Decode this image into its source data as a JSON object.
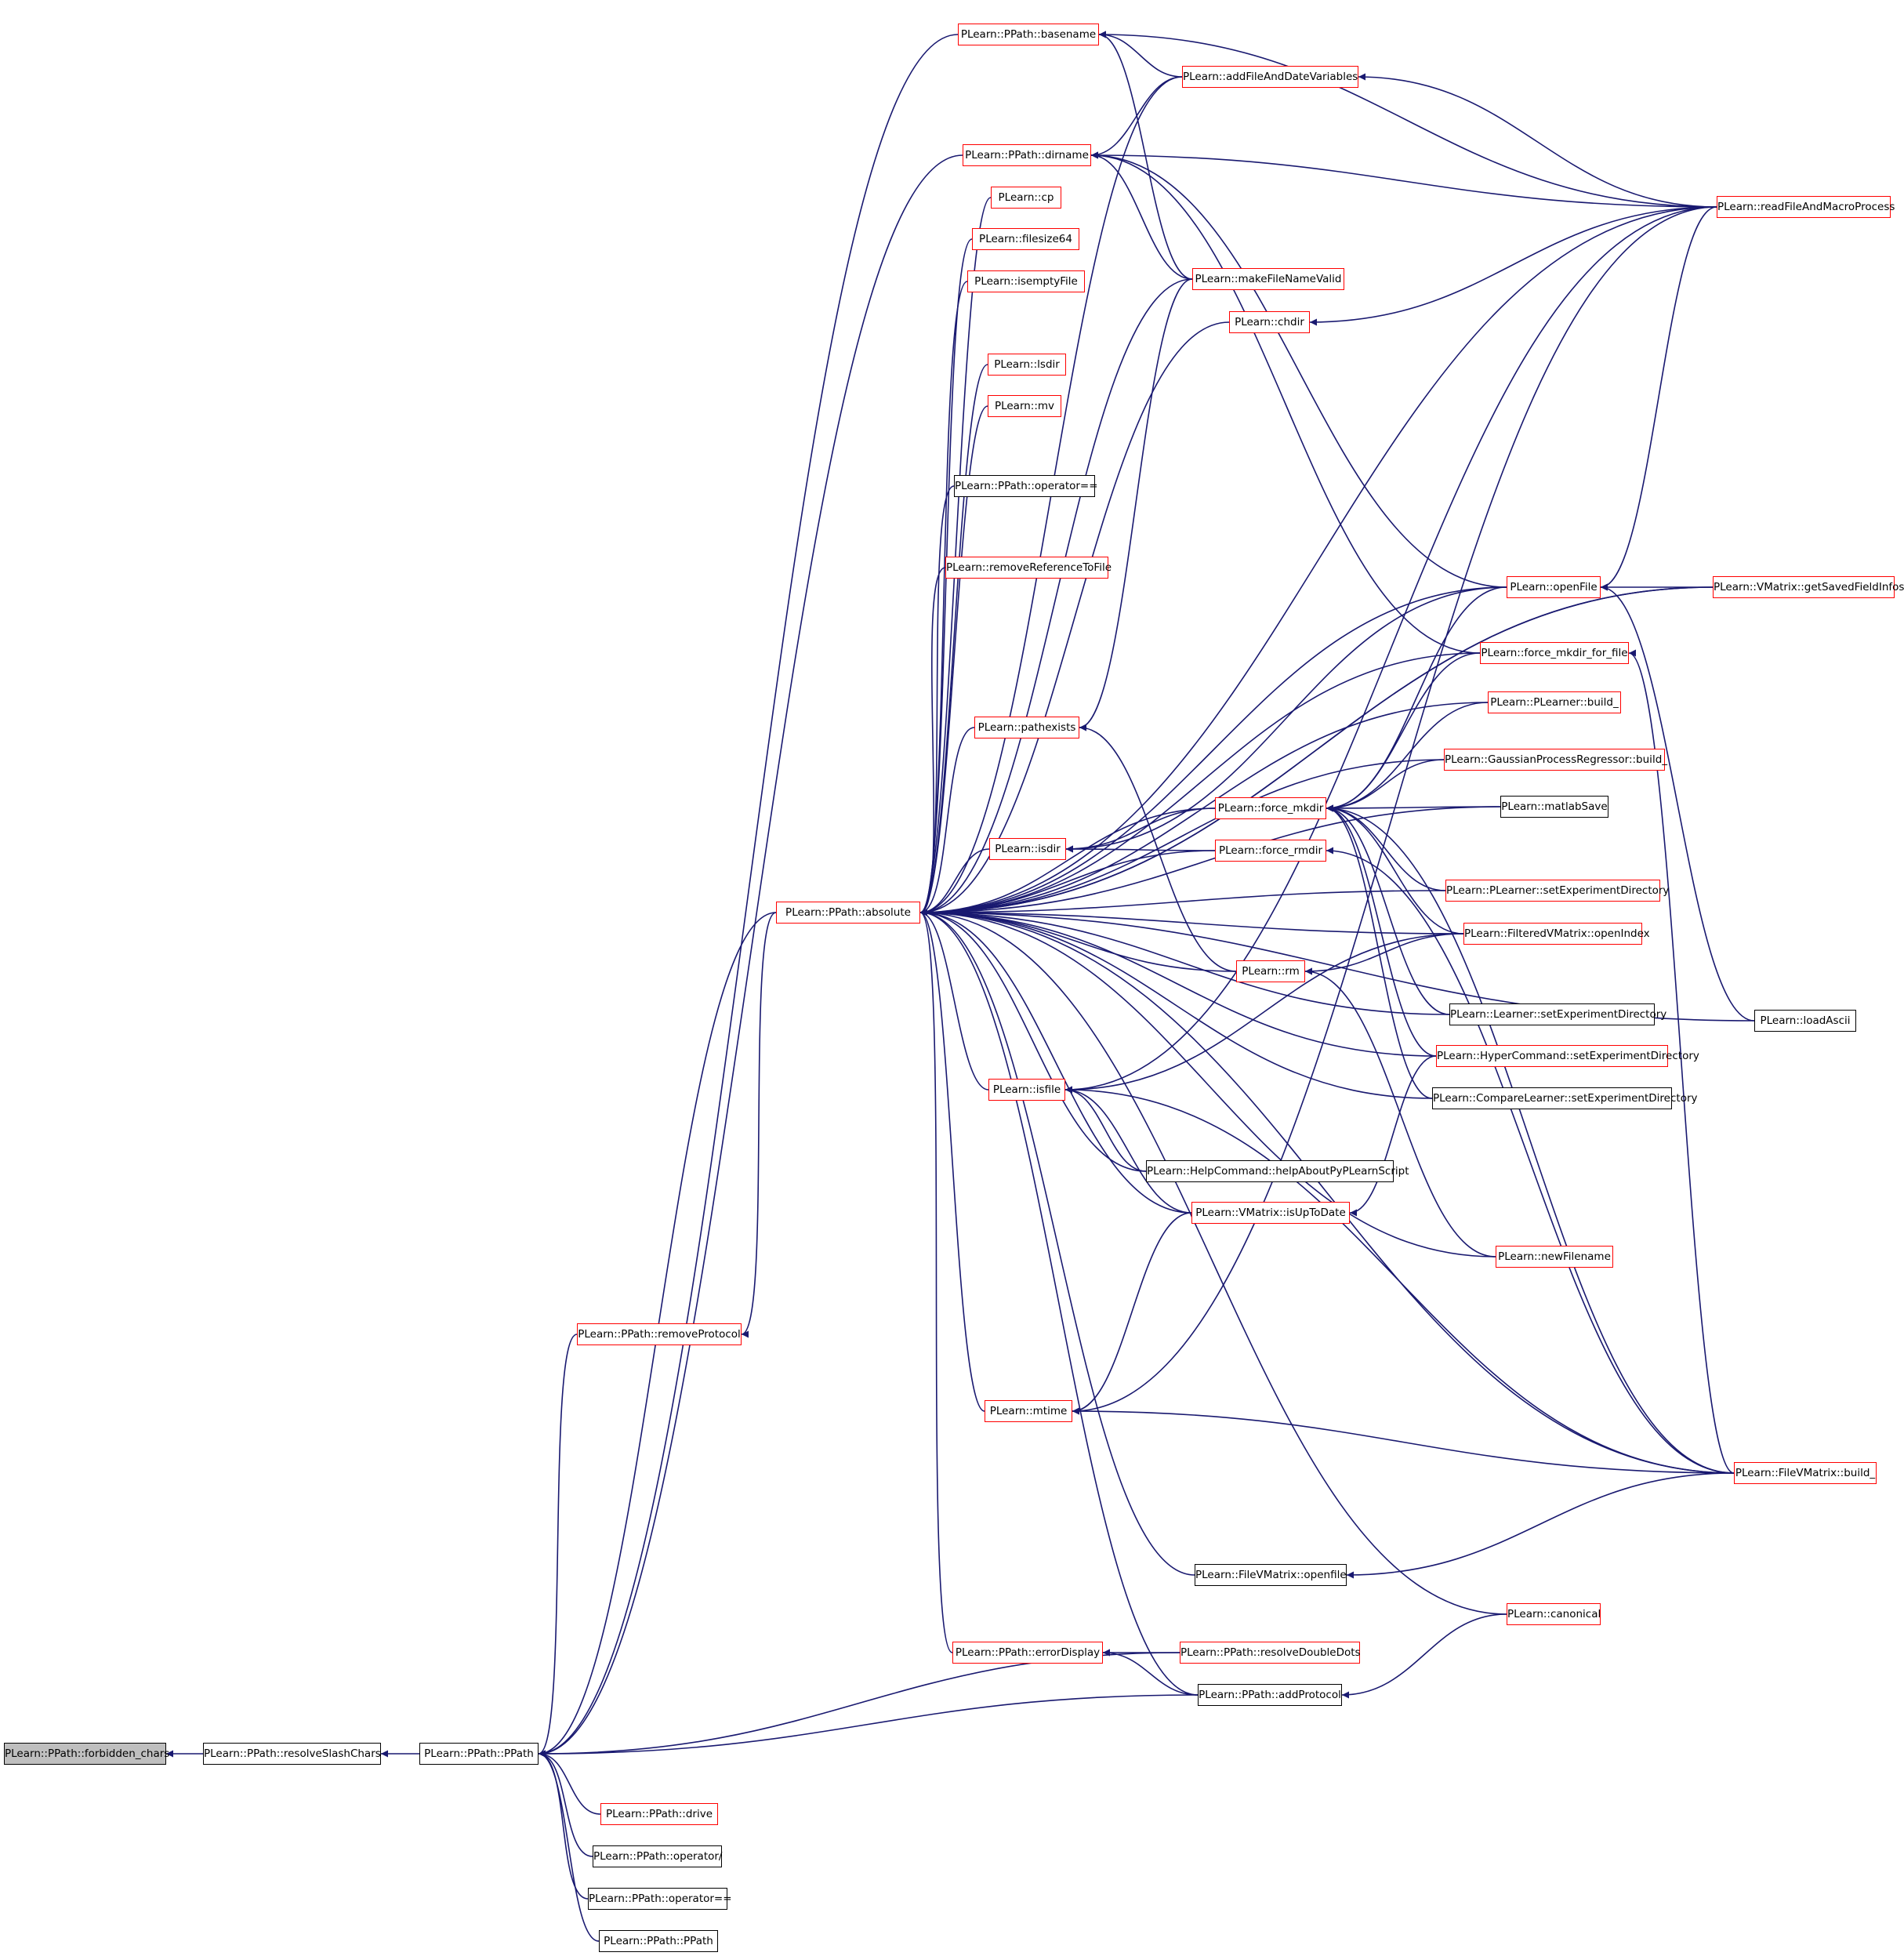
{
  "colors": {
    "edge": "#191970",
    "node_border": "#000000",
    "node_border_undocumented": "#ff0000",
    "root_fill": "#bfbfbf"
  },
  "nodes": [
    {
      "id": "forbidden_chars",
      "label": "PLearn::PPath::forbidden_chars",
      "style": "root"
    },
    {
      "id": "resolveSlashChars",
      "label": "PLearn::PPath::resolveSlashChars",
      "style": "black"
    },
    {
      "id": "ppath",
      "label": "PLearn::PPath::PPath",
      "style": "black"
    },
    {
      "id": "drive",
      "label": "PLearn::PPath::drive",
      "style": "red"
    },
    {
      "id": "opslash",
      "label": "PLearn::PPath::operator/",
      "style": "black"
    },
    {
      "id": "opeq2",
      "label": "PLearn::PPath::operator==",
      "style": "black"
    },
    {
      "id": "ppath2",
      "label": "PLearn::PPath::PPath",
      "style": "black"
    },
    {
      "id": "removeProtocol",
      "label": "PLearn::PPath::removeProtocol",
      "style": "red"
    },
    {
      "id": "absolute",
      "label": "PLearn::PPath::absolute",
      "style": "red"
    },
    {
      "id": "basename",
      "label": "PLearn::PPath::basename",
      "style": "red"
    },
    {
      "id": "dirname",
      "label": "PLearn::PPath::dirname",
      "style": "red"
    },
    {
      "id": "cp",
      "label": "PLearn::cp",
      "style": "red"
    },
    {
      "id": "filesize64",
      "label": "PLearn::filesize64",
      "style": "red"
    },
    {
      "id": "isemptyFile",
      "label": "PLearn::isemptyFile",
      "style": "red"
    },
    {
      "id": "lsdir",
      "label": "PLearn::lsdir",
      "style": "red"
    },
    {
      "id": "mv",
      "label": "PLearn::mv",
      "style": "red"
    },
    {
      "id": "opeq1",
      "label": "PLearn::PPath::operator==",
      "style": "black"
    },
    {
      "id": "removeRef",
      "label": "PLearn::removeReferenceToFile",
      "style": "red"
    },
    {
      "id": "pathexists",
      "label": "PLearn::pathexists",
      "style": "red"
    },
    {
      "id": "isdir",
      "label": "PLearn::isdir",
      "style": "red"
    },
    {
      "id": "isfile",
      "label": "PLearn::isfile",
      "style": "red"
    },
    {
      "id": "mtime",
      "label": "PLearn::mtime",
      "style": "red"
    },
    {
      "id": "errorDisplay",
      "label": "PLearn::PPath::errorDisplay",
      "style": "red"
    },
    {
      "id": "addFileAndDate",
      "label": "PLearn::addFileAndDateVariables",
      "style": "red"
    },
    {
      "id": "makeFileNameValid",
      "label": "PLearn::makeFileNameValid",
      "style": "red"
    },
    {
      "id": "chdir",
      "label": "PLearn::chdir",
      "style": "red"
    },
    {
      "id": "force_mkdir",
      "label": "PLearn::force_mkdir",
      "style": "red"
    },
    {
      "id": "force_rmdir",
      "label": "PLearn::force_rmdir",
      "style": "red"
    },
    {
      "id": "rm",
      "label": "PLearn::rm",
      "style": "red"
    },
    {
      "id": "helpAbout",
      "label": "PLearn::HelpCommand::helpAboutPyPLearnScript",
      "style": "black"
    },
    {
      "id": "isUpToDate",
      "label": "PLearn::VMatrix::isUpToDate",
      "style": "red"
    },
    {
      "id": "fvm_openfile",
      "label": "PLearn::FileVMatrix::openfile",
      "style": "black"
    },
    {
      "id": "resolveDoubleDots",
      "label": "PLearn::PPath::resolveDoubleDots",
      "style": "red"
    },
    {
      "id": "addProtocol",
      "label": "PLearn::PPath::addProtocol",
      "style": "black"
    },
    {
      "id": "openFile",
      "label": "PLearn::openFile",
      "style": "red"
    },
    {
      "id": "force_mkdir_for_file",
      "label": "PLearn::force_mkdir_for_file",
      "style": "red"
    },
    {
      "id": "plearner_build",
      "label": "PLearn::PLearner::build_",
      "style": "red"
    },
    {
      "id": "gpr_build",
      "label": "PLearn::GaussianProcessRegressor::build_",
      "style": "red"
    },
    {
      "id": "matlabSave",
      "label": "PLearn::matlabSave",
      "style": "black"
    },
    {
      "id": "plearner_setExp",
      "label": "PLearn::PLearner::setExperimentDirectory",
      "style": "red"
    },
    {
      "id": "openIndex",
      "label": "PLearn::FilteredVMatrix::openIndex",
      "style": "red"
    },
    {
      "id": "learner_setExp",
      "label": "PLearn::Learner::setExperimentDirectory",
      "style": "black"
    },
    {
      "id": "hyper_setExp",
      "label": "PLearn::HyperCommand::setExperimentDirectory",
      "style": "red"
    },
    {
      "id": "compare_setExp",
      "label": "PLearn::CompareLearner::setExperimentDirectory",
      "style": "black"
    },
    {
      "id": "newFilename",
      "label": "PLearn::newFilename",
      "style": "red"
    },
    {
      "id": "canonical",
      "label": "PLearn::canonical",
      "style": "red"
    },
    {
      "id": "readFileAndMacro",
      "label": "PLearn::readFileAndMacroProcess",
      "style": "red"
    },
    {
      "id": "getSavedFieldInfos",
      "label": "PLearn::VMatrix::getSavedFieldInfos",
      "style": "red"
    },
    {
      "id": "loadAscii",
      "label": "PLearn::loadAscii",
      "style": "black"
    },
    {
      "id": "fvm_build",
      "label": "PLearn::FileVMatrix::build_",
      "style": "red"
    }
  ],
  "edges": [
    [
      "resolveSlashChars",
      "forbidden_chars"
    ],
    [
      "ppath",
      "resolveSlashChars"
    ],
    [
      "drive",
      "ppath"
    ],
    [
      "opslash",
      "ppath"
    ],
    [
      "opeq2",
      "ppath"
    ],
    [
      "ppath2",
      "ppath"
    ],
    [
      "removeProtocol",
      "ppath"
    ],
    [
      "absolute",
      "ppath"
    ],
    [
      "basename",
      "ppath"
    ],
    [
      "dirname",
      "ppath"
    ],
    [
      "resolveDoubleDots",
      "ppath"
    ],
    [
      "addProtocol",
      "ppath"
    ],
    [
      "absolute",
      "removeProtocol"
    ],
    [
      "cp",
      "absolute"
    ],
    [
      "filesize64",
      "absolute"
    ],
    [
      "isemptyFile",
      "absolute"
    ],
    [
      "lsdir",
      "absolute"
    ],
    [
      "mv",
      "absolute"
    ],
    [
      "opeq1",
      "absolute"
    ],
    [
      "removeRef",
      "absolute"
    ],
    [
      "pathexists",
      "absolute"
    ],
    [
      "isdir",
      "absolute"
    ],
    [
      "isfile",
      "absolute"
    ],
    [
      "mtime",
      "absolute"
    ],
    [
      "errorDisplay",
      "absolute"
    ],
    [
      "addFileAndDate",
      "absolute"
    ],
    [
      "makeFileNameValid",
      "absolute"
    ],
    [
      "chdir",
      "absolute"
    ],
    [
      "force_mkdir",
      "absolute"
    ],
    [
      "force_rmdir",
      "absolute"
    ],
    [
      "rm",
      "absolute"
    ],
    [
      "helpAbout",
      "absolute"
    ],
    [
      "isUpToDate",
      "absolute"
    ],
    [
      "fvm_openfile",
      "absolute"
    ],
    [
      "addProtocol",
      "absolute"
    ],
    [
      "openFile",
      "absolute"
    ],
    [
      "force_mkdir_for_file",
      "absolute"
    ],
    [
      "plearner_build",
      "absolute"
    ],
    [
      "gpr_build",
      "absolute"
    ],
    [
      "matlabSave",
      "absolute"
    ],
    [
      "plearner_setExp",
      "absolute"
    ],
    [
      "openIndex",
      "absolute"
    ],
    [
      "learner_setExp",
      "absolute"
    ],
    [
      "hyper_setExp",
      "absolute"
    ],
    [
      "compare_setExp",
      "absolute"
    ],
    [
      "newFilename",
      "absolute"
    ],
    [
      "canonical",
      "absolute"
    ],
    [
      "readFileAndMacro",
      "absolute"
    ],
    [
      "getSavedFieldInfos",
      "absolute"
    ],
    [
      "loadAscii",
      "absolute"
    ],
    [
      "fvm_build",
      "absolute"
    ],
    [
      "addFileAndDate",
      "basename"
    ],
    [
      "makeFileNameValid",
      "basename"
    ],
    [
      "readFileAndMacro",
      "basename"
    ],
    [
      "addFileAndDate",
      "dirname"
    ],
    [
      "makeFileNameValid",
      "dirname"
    ],
    [
      "readFileAndMacro",
      "dirname"
    ],
    [
      "openFile",
      "dirname"
    ],
    [
      "force_mkdir_for_file",
      "dirname"
    ],
    [
      "readFileAndMacro",
      "addFileAndDate"
    ],
    [
      "readFileAndMacro",
      "chdir"
    ],
    [
      "readFileAndMacro",
      "openFile"
    ],
    [
      "getSavedFieldInfos",
      "openFile"
    ],
    [
      "loadAscii",
      "openFile"
    ],
    [
      "fvm_build",
      "force_mkdir_for_file"
    ],
    [
      "makeFileNameValid",
      "pathexists"
    ],
    [
      "rm",
      "pathexists"
    ],
    [
      "openFile",
      "isdir"
    ],
    [
      "force_mkdir",
      "isdir"
    ],
    [
      "force_rmdir",
      "isdir"
    ],
    [
      "openFile",
      "force_mkdir"
    ],
    [
      "force_mkdir_for_file",
      "force_mkdir"
    ],
    [
      "plearner_build",
      "force_mkdir"
    ],
    [
      "gpr_build",
      "force_mkdir"
    ],
    [
      "matlabSave",
      "force_mkdir"
    ],
    [
      "plearner_setExp",
      "force_mkdir"
    ],
    [
      "openIndex",
      "force_mkdir"
    ],
    [
      "learner_setExp",
      "force_mkdir"
    ],
    [
      "hyper_setExp",
      "force_mkdir"
    ],
    [
      "compare_setExp",
      "force_mkdir"
    ],
    [
      "fvm_build",
      "force_mkdir"
    ],
    [
      "fvm_build",
      "force_rmdir"
    ],
    [
      "openIndex",
      "rm"
    ],
    [
      "newFilename",
      "rm"
    ],
    [
      "openIndex",
      "isfile"
    ],
    [
      "helpAbout",
      "isfile"
    ],
    [
      "isUpToDate",
      "isfile"
    ],
    [
      "readFileAndMacro",
      "isfile"
    ],
    [
      "fvm_build",
      "isfile"
    ],
    [
      "hyper_setExp",
      "isUpToDate"
    ],
    [
      "readFileAndMacro",
      "mtime"
    ],
    [
      "fvm_build",
      "mtime"
    ],
    [
      "isUpToDate",
      "mtime"
    ],
    [
      "fvm_build",
      "fvm_openfile"
    ],
    [
      "resolveDoubleDots",
      "errorDisplay"
    ],
    [
      "addProtocol",
      "errorDisplay"
    ],
    [
      "canonical",
      "addProtocol"
    ],
    [
      "getSavedFieldInfos",
      "absolute"
    ]
  ]
}
